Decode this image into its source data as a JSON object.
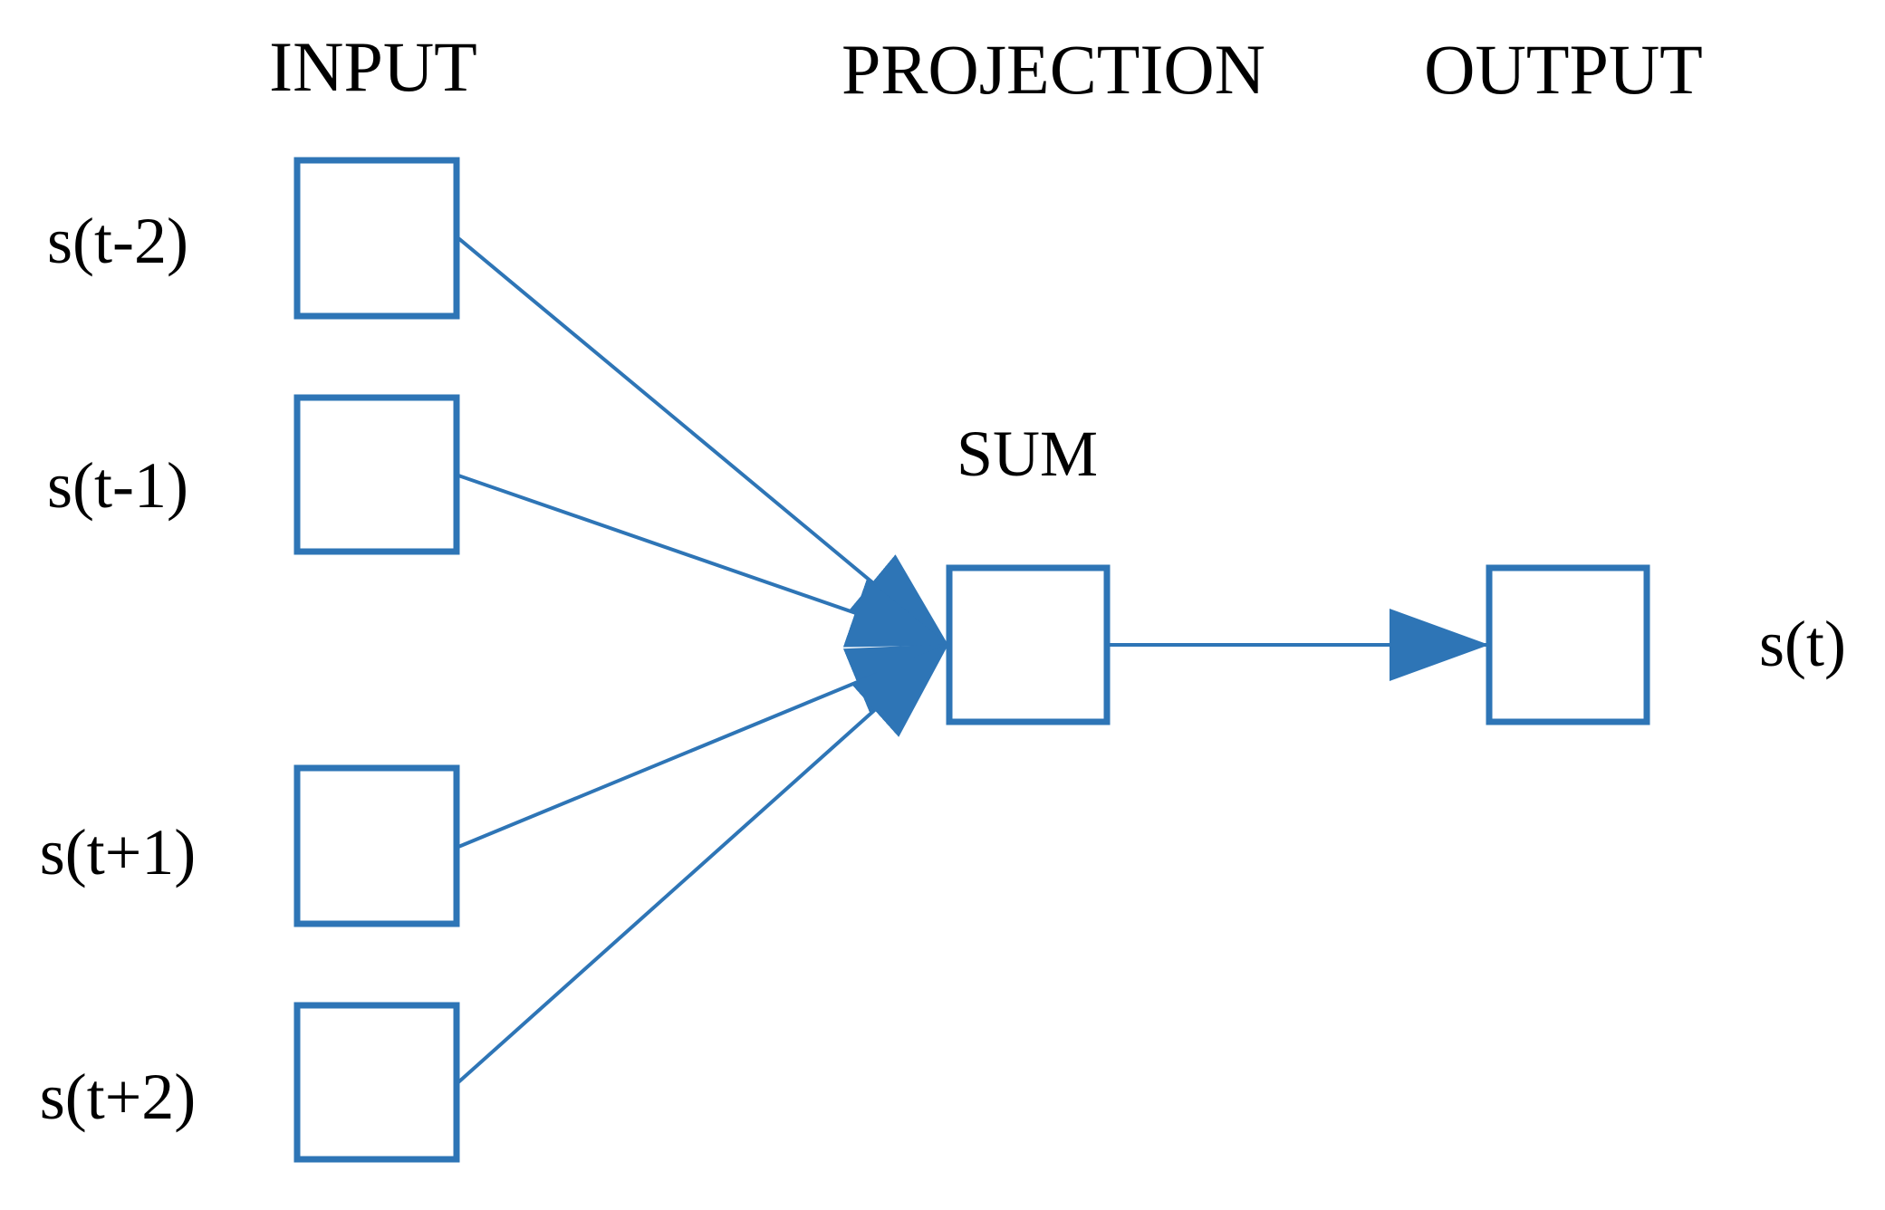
{
  "headers": {
    "input": "INPUT",
    "projection": "PROJECTION",
    "output": "OUTPUT"
  },
  "sum_label": "SUM",
  "inputs": [
    "s(t-2)",
    "s(t-1)",
    "s(t+1)",
    "s(t+2)"
  ],
  "output_label": "s(t)",
  "colors": {
    "node_stroke": "#2e75b6",
    "text": "#000000"
  }
}
